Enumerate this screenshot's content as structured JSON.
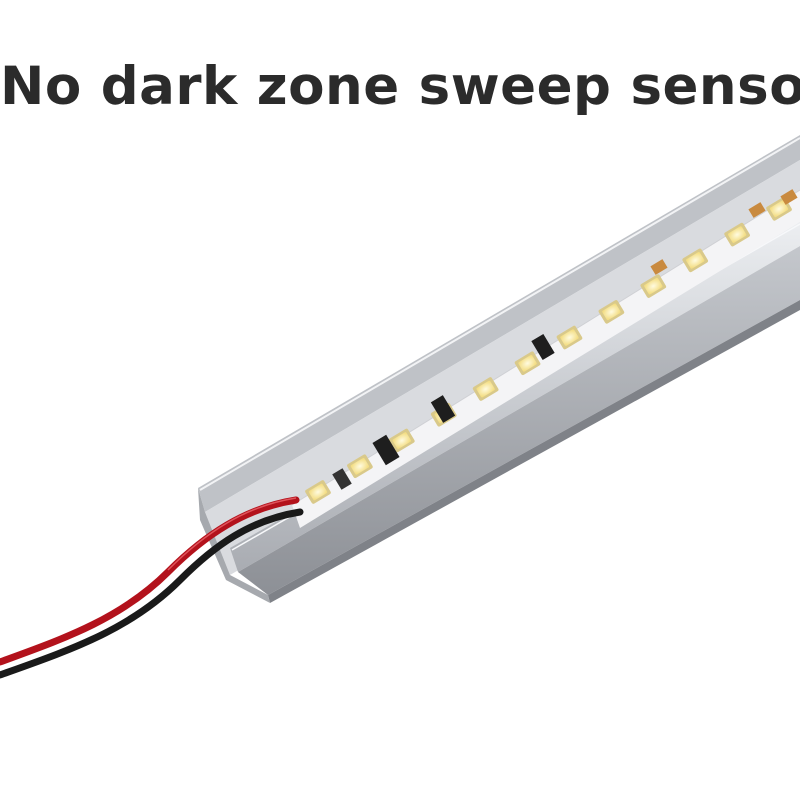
{
  "headline": "No dark zone sweep sensor",
  "colors": {
    "headline_text": "#2b2b2b",
    "profile_light": "#d6d8dc",
    "profile_mid": "#b9bcc1",
    "profile_dark": "#8e9196",
    "pcb": "#f4f4f6",
    "led_chip": "#fff3b0",
    "led_frame": "#d9c98a",
    "ic_chip": "#1e1e1e",
    "resistor": "#c98a3f",
    "wire_red": "#b3121c",
    "wire_black": "#1a1a1a"
  },
  "icons": [
    "led-strip",
    "aluminum-profile",
    "sensor-ic",
    "power-wire"
  ]
}
